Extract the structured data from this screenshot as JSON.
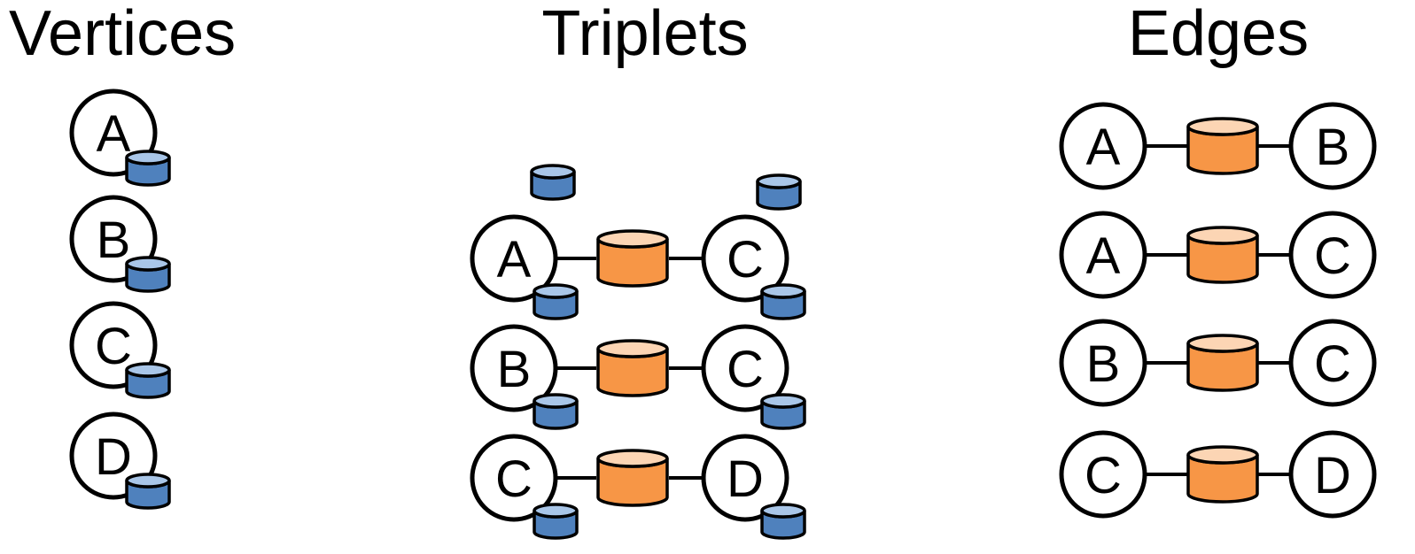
{
  "headings": {
    "vertices": "Vertices",
    "triplets": "Triplets",
    "edges": "Edges"
  },
  "colors": {
    "vertex_property": "#4f81bd",
    "vertex_property_top": "#a9c6e8",
    "edge_property": "#f79646",
    "edge_property_top": "#fcd5b4",
    "outline": "#000000"
  },
  "vertices": [
    {
      "id": "A"
    },
    {
      "id": "B"
    },
    {
      "id": "C"
    },
    {
      "id": "D"
    }
  ],
  "triplets": [
    {
      "src": "A",
      "dst": "C"
    },
    {
      "src": "B",
      "dst": "C"
    },
    {
      "src": "C",
      "dst": "D"
    }
  ],
  "edges": [
    {
      "src": "A",
      "dst": "B"
    },
    {
      "src": "A",
      "dst": "C"
    },
    {
      "src": "B",
      "dst": "C"
    },
    {
      "src": "C",
      "dst": "D"
    }
  ]
}
